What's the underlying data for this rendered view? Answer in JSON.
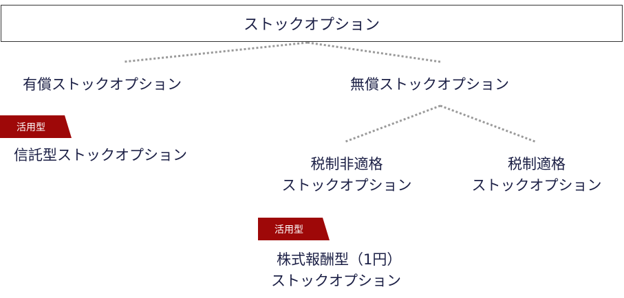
{
  "root": "ストックオプション",
  "paid": "有償ストックオプション",
  "free": "無償ストックオプション",
  "tag_label": "活用型",
  "trust": "信託型ストックオプション",
  "non_qualified": {
    "line1": "税制非適格",
    "line2": "ストックオプション"
  },
  "qualified": {
    "line1": "税制適格",
    "line2": "ストックオプション"
  },
  "one_yen": {
    "line1": "株式報酬型（1円）",
    "line2": "ストックオプション"
  },
  "colors": {
    "tag": "#9e0808",
    "text": "#1b1f45",
    "line": "#999999"
  }
}
